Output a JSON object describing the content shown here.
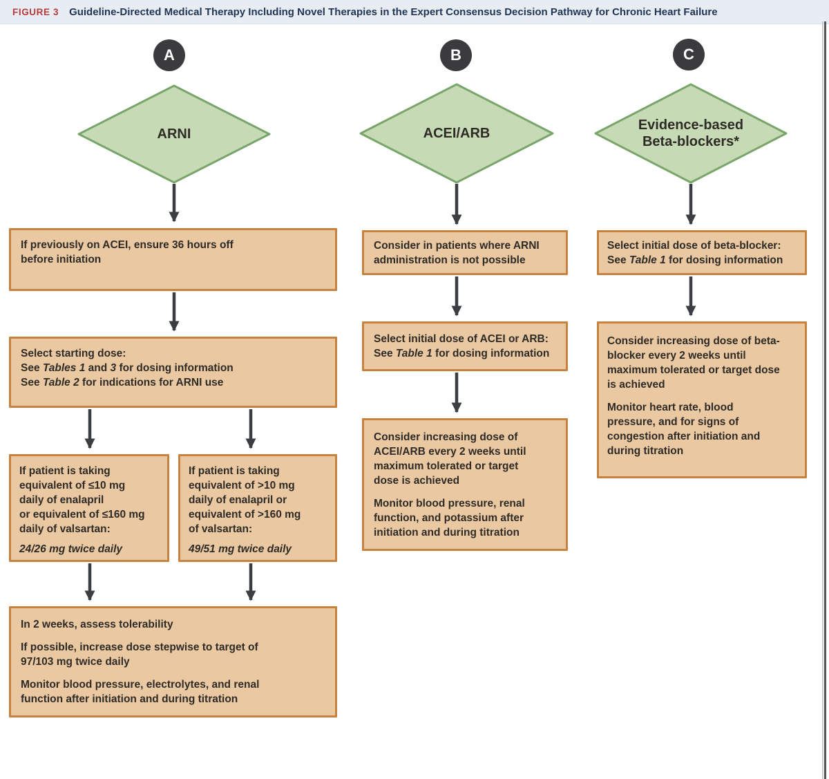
{
  "header": {
    "figure_label": "FIGURE 3",
    "title": "Guideline-Directed Medical Therapy Including Novel Therapies in the Expert Consensus Decision Pathway for Chronic Heart Failure"
  },
  "colors": {
    "header_bg": "#e8edf3",
    "figure_label_red": "#b73a3e",
    "title_navy": "#1f3555",
    "diamond_fill": "#c7dab6",
    "diamond_border": "#7aa56a",
    "box_fill": "#eac9a2",
    "box_border": "#c8823f",
    "arrow": "#3a3d42",
    "badge_bg": "#3b3b3d",
    "text": "#2e2a26"
  },
  "columns": {
    "a": {
      "badge": "A",
      "diamond_label": "ARNI",
      "box_init": {
        "lines": [
          "If previously on ACEI, ensure 36 hours off",
          "before initiation"
        ]
      },
      "box_dose": {
        "l1": "Select starting dose:",
        "l2_s1": "See ",
        "l2_i1": "Tables 1",
        "l2_s2": " and ",
        "l2_i2": "3",
        "l2_s3": " for dosing information",
        "l3_s1": "See ",
        "l3_i1": "Table 2",
        "l3_s2": " for indications for ARNI use"
      },
      "box_low": {
        "lines": [
          "If patient is taking",
          "equivalent of ≤10 mg",
          "daily of enalapril",
          "or equivalent of ≤160 mg",
          "daily of valsartan:"
        ],
        "dose": "24/26 mg twice daily"
      },
      "box_high": {
        "lines": [
          "If patient is taking",
          "equivalent of >10 mg",
          "daily of enalapril or",
          "equivalent of >160 mg",
          "of valsartan:"
        ],
        "dose": "49/51 mg twice daily"
      },
      "box_titrate": {
        "p1_l1": "In 2 weeks, assess tolerability",
        "p2_l1": "If possible, increase dose stepwise to target of",
        "p2_l2": "97/103 mg twice daily",
        "p3_l1": "Monitor blood pressure, electrolytes, and renal",
        "p3_l2": "function after initiation and during titration"
      }
    },
    "b": {
      "badge": "B",
      "diamond_label": "ACEI/ARB",
      "box_consider": {
        "lines": [
          "Consider in patients where ARNI",
          "administration is not possible"
        ]
      },
      "box_select": {
        "l1": "Select initial dose of ACEI or ARB:",
        "l2_s1": "See ",
        "l2_i1": "Table 1",
        "l2_s2": " for dosing information"
      },
      "box_titrate": {
        "p1_l1": "Consider increasing dose of",
        "p1_l2": "ACEI/ARB every 2 weeks until",
        "p1_l3": "maximum tolerated or target",
        "p1_l4": "dose is achieved",
        "p2_l1": "Monitor blood pressure, renal",
        "p2_l2": "function, and potassium after",
        "p2_l3": "initiation and during titration"
      }
    },
    "c": {
      "badge": "C",
      "diamond_label_line1": "Evidence-based",
      "diamond_label_line2": "Beta-blockers*",
      "box_select": {
        "l1": "Select initial dose of beta-blocker:",
        "l2_s1": "See ",
        "l2_i1": "Table 1",
        "l2_s2": " for dosing information"
      },
      "box_titrate": {
        "p1_l1": "Consider increasing dose of beta-",
        "p1_l2": "blocker every 2 weeks until",
        "p1_l3": "maximum tolerated or target dose",
        "p1_l4": "is achieved",
        "p2_l1": "Monitor heart rate, blood",
        "p2_l2": "pressure, and for signs of",
        "p2_l3": "congestion after initiation and",
        "p2_l4": "during titration"
      }
    }
  }
}
